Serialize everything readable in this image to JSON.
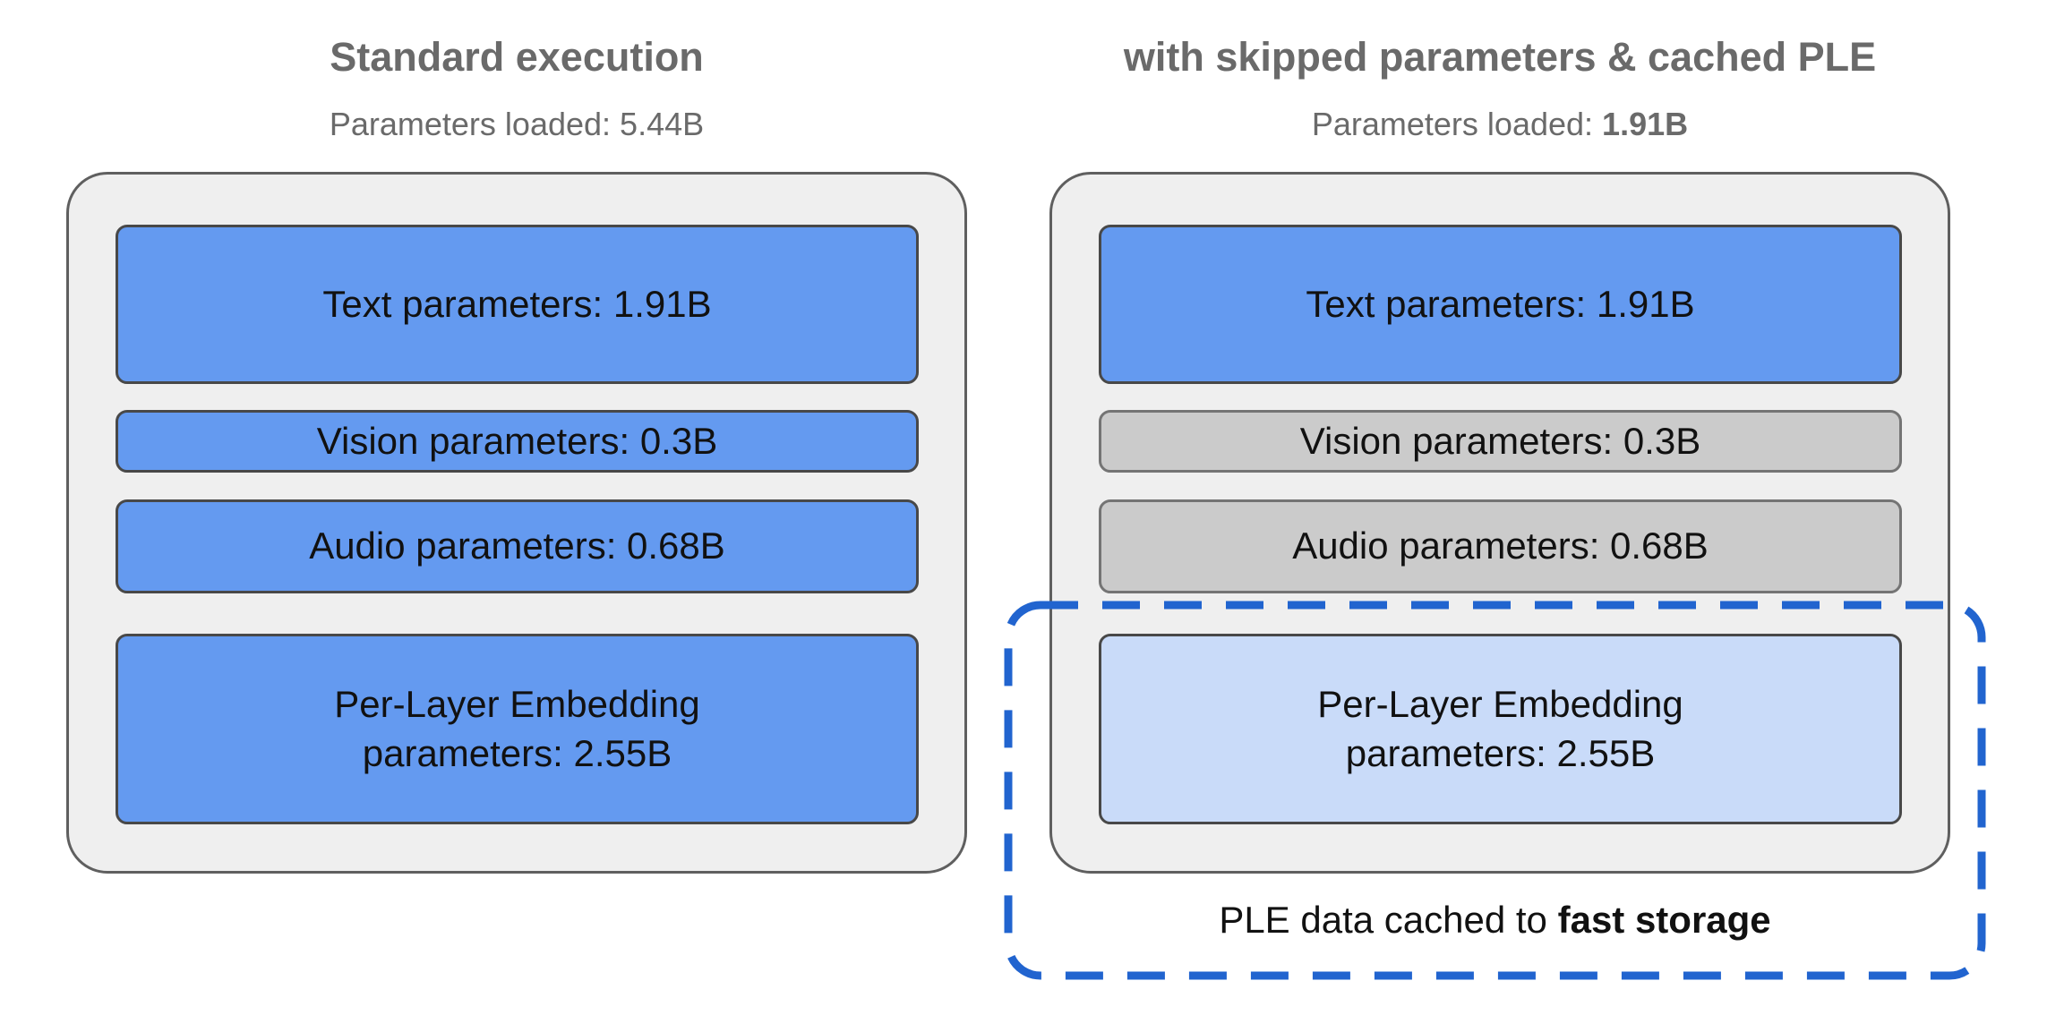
{
  "colors": {
    "background": "#ffffff",
    "container_fill": "#efefef",
    "container_border": "#5f5f5f",
    "box_blue": "#649af0",
    "box_blue_border": "#484848",
    "box_gray": "#cbcbcb",
    "box_gray_border": "#747474",
    "box_lightblue": "#c9dbf9",
    "dashed_blue": "#2164cf",
    "title_gray": "#6a6a6a",
    "text_black": "#111111"
  },
  "left_panel": {
    "title": "Standard execution",
    "subtitle_prefix": "Parameters loaded: ",
    "subtitle_value": "5.44B",
    "boxes": {
      "text": {
        "label": "Text parameters: 1.91B"
      },
      "vision": {
        "label": "Vision parameters: 0.3B"
      },
      "audio": {
        "label": "Audio parameters: 0.68B"
      },
      "ple": {
        "line1": "Per-Layer Embedding",
        "line2": "parameters: 2.55B"
      }
    }
  },
  "right_panel": {
    "title": "with skipped parameters & cached PLE",
    "subtitle_prefix": "Parameters loaded: ",
    "subtitle_value": "1.91B",
    "boxes": {
      "text": {
        "label": "Text parameters: 1.91B"
      },
      "vision": {
        "label": "Vision parameters: 0.3B"
      },
      "audio": {
        "label": "Audio parameters: 0.68B"
      },
      "ple": {
        "line1": "Per-Layer Embedding",
        "line2": "parameters: 2.55B"
      }
    },
    "cache_callout": {
      "caption_prefix": "PLE data cached to ",
      "caption_bold": "fast storage"
    }
  }
}
